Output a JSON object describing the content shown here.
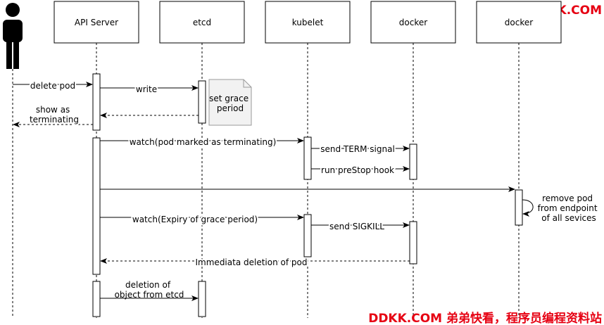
{
  "watermark": {
    "top": "DDKK.COM",
    "bottom": "DDKK.COM 弟弟快看，程序员编程资料站",
    "color": "#e60012"
  },
  "actor": {
    "icon": "person-icon"
  },
  "participants": [
    {
      "id": "api",
      "label": "API Server"
    },
    {
      "id": "etcd",
      "label": "etcd"
    },
    {
      "id": "kubelet",
      "label": "kubelet"
    },
    {
      "id": "docker1",
      "label": "docker"
    },
    {
      "id": "docker2",
      "label": "docker"
    }
  ],
  "messages": [
    {
      "label": "delete pod"
    },
    {
      "label": "write"
    },
    {
      "label": "show as terminating"
    },
    {
      "label": "watch(pod marked as terminating)"
    },
    {
      "label": "send TERM signal"
    },
    {
      "label": "run preStop hook"
    },
    {
      "label": "watch(Expiry of grace period)"
    },
    {
      "label": "send SIGKILL"
    },
    {
      "label": "Immediata deletion of pod"
    },
    {
      "label": "deletion of object from etcd"
    }
  ],
  "notes": [
    {
      "label": "set grace period"
    }
  ],
  "self_calls": [
    {
      "label": "remove pod from endpoint of all sevices"
    }
  ]
}
